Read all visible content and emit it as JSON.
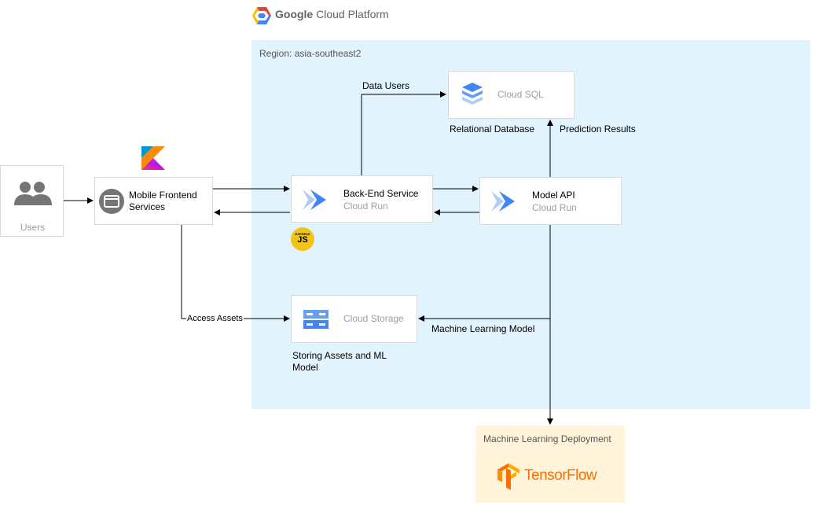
{
  "platform": {
    "brand": "Google",
    "name": "Cloud Platform"
  },
  "region": {
    "label": "Region: asia-southeast2"
  },
  "nodes": {
    "users": {
      "label": "Users"
    },
    "mobile": {
      "line1": "Mobile Frontend",
      "line2": "Services"
    },
    "backend": {
      "title": "Back-End Service",
      "subtitle": "Cloud Run"
    },
    "model_api": {
      "title": "Model API",
      "subtitle": "Cloud Run"
    },
    "cloud_sql": {
      "label": "Cloud SQL",
      "caption": "Relational Database"
    },
    "cloud_storage": {
      "label": "Cloud Storage",
      "caption_line1": "Storing Assets and ML",
      "caption_line2": "Model"
    },
    "ml_deploy": {
      "label": "Machine Learning Deployment",
      "logo_text": "TensorFlow"
    },
    "express": {
      "small": "EXPRESS",
      "big": "JS"
    }
  },
  "edges": {
    "data_users": "Data Users",
    "prediction_results": "Prediction Results",
    "access_assets": "Access Assets",
    "ml_model": "Machine Learning Model"
  },
  "colors": {
    "region_bg": "#e1f3fc",
    "gcp_blue": "#4285f4",
    "ml_box_bg": "#fff4d9",
    "tensorflow_orange": "#ff6f00"
  },
  "icons": [
    "gcp-logo-icon",
    "users-icon",
    "kotlin-logo-icon",
    "mobile-app-icon",
    "cloud-run-icon",
    "cloud-sql-icon",
    "cloud-storage-icon",
    "expressjs-badge-icon",
    "tensorflow-logo-icon"
  ]
}
